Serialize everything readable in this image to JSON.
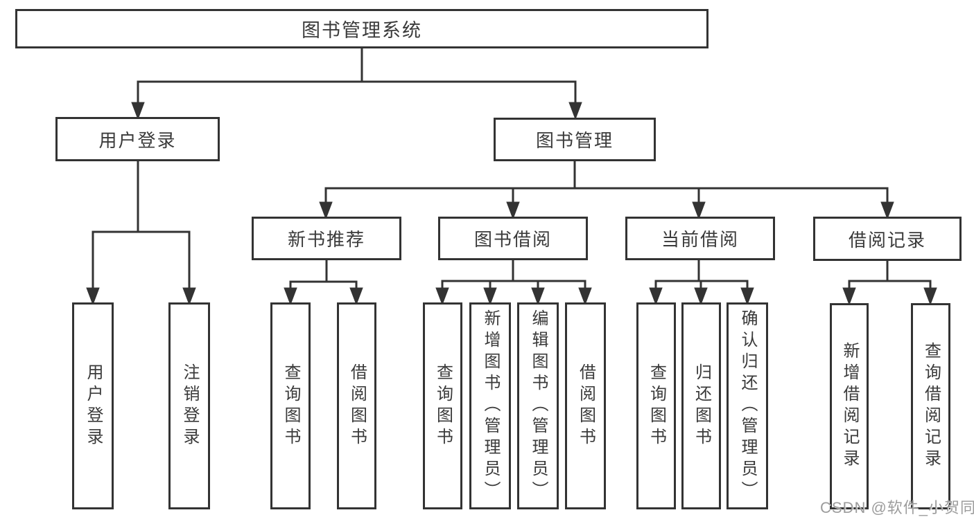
{
  "tree": {
    "root": {
      "label": "图书管理系统",
      "children": [
        {
          "label": "用户登录",
          "children": [
            {
              "label": "用户登录"
            },
            {
              "label": "注销登录"
            }
          ]
        },
        {
          "label": "图书管理",
          "children": [
            {
              "label": "新书推荐",
              "children": [
                {
                  "label": "查询图书"
                },
                {
                  "label": "借阅图书"
                }
              ]
            },
            {
              "label": "图书借阅",
              "children": [
                {
                  "label": "查询图书"
                },
                {
                  "label": "新增图书（管理员）"
                },
                {
                  "label": "编辑图书（管理员）"
                },
                {
                  "label": "借阅图书"
                }
              ]
            },
            {
              "label": "当前借阅",
              "children": [
                {
                  "label": "查询图书"
                },
                {
                  "label": "归还图书"
                },
                {
                  "label": "确认归还（管理员）"
                }
              ]
            },
            {
              "label": "借阅记录",
              "children": [
                {
                  "label": "新增借阅记录"
                },
                {
                  "label": "查询借阅记录"
                }
              ]
            }
          ]
        }
      ]
    }
  },
  "watermark": "CSDN @软件_小贺同学",
  "colors": {
    "line": "#333333",
    "text": "#3a3a3a",
    "box_background": "#ffffff",
    "watermark": "#9c9c9c"
  }
}
